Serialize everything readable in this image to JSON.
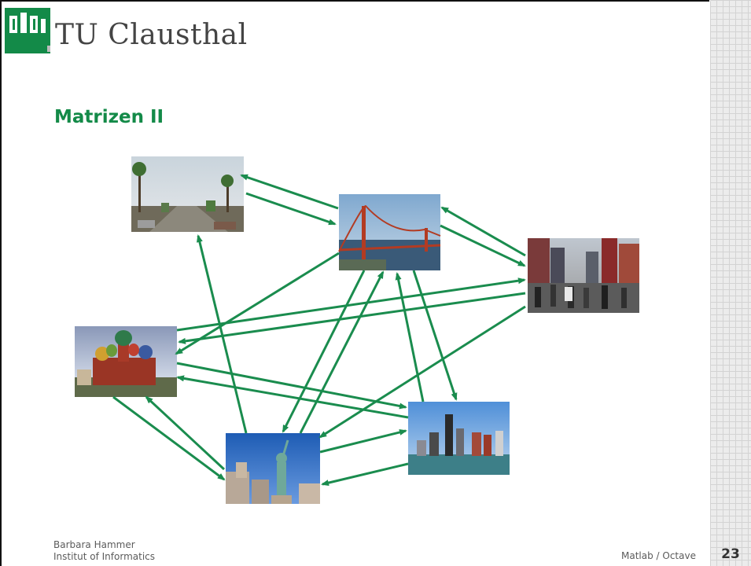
{
  "header": {
    "logo_text": "TU Clausthal"
  },
  "slide": {
    "title": "Matrizen II"
  },
  "footer": {
    "author": "Barbara Hammer",
    "institute": "Institut of Informatics",
    "course": "Matlab / Octave",
    "page_number": "23"
  },
  "colors": {
    "accent_green": "#138a48",
    "arrow_green": "#1a8c4e",
    "logo_green": "#138a48"
  }
}
